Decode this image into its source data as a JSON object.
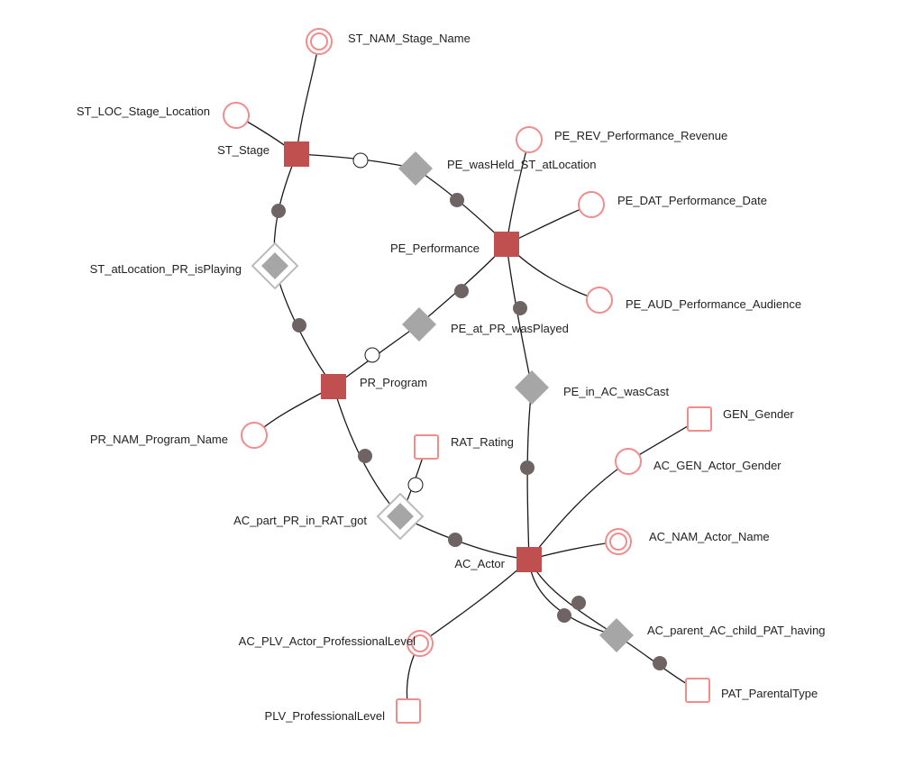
{
  "colors": {
    "entity": "#c05050",
    "attribute_stroke": "#f08c8c",
    "knot_stroke": "#f08c8c",
    "tie": "#a6a6a6",
    "historized_tie_border": "#bbbbbb",
    "role_dot": "#6e6464",
    "open_dot_fill": "#ffffff",
    "edge": "#1a1a1a"
  },
  "entities": {
    "st_stage": {
      "label": "ST_Stage"
    },
    "pe_performance": {
      "label": "PE_Performance"
    },
    "pr_program": {
      "label": "PR_Program"
    },
    "ac_actor": {
      "label": "AC_Actor"
    }
  },
  "attributes": {
    "st_nam": {
      "label": "ST_NAM_Stage_Name",
      "historized": true
    },
    "st_loc": {
      "label": "ST_LOC_Stage_Location",
      "historized": false
    },
    "pe_rev": {
      "label": "PE_REV_Performance_Revenue",
      "historized": false
    },
    "pe_dat": {
      "label": "PE_DAT_Performance_Date",
      "historized": false
    },
    "pe_aud": {
      "label": "PE_AUD_Performance_Audience",
      "historized": false
    },
    "pr_nam": {
      "label": "PR_NAM_Program_Name",
      "historized": false
    },
    "ac_gen": {
      "label": "AC_GEN_Actor_Gender",
      "historized": false
    },
    "ac_nam": {
      "label": "AC_NAM_Actor_Name",
      "historized": true
    },
    "ac_plv": {
      "label": "AC_PLV_Actor_ProfessionalLevel",
      "historized": true
    }
  },
  "knots": {
    "rat": {
      "label": "RAT_Rating"
    },
    "gen": {
      "label": "GEN_Gender"
    },
    "pat": {
      "label": "PAT_ParentalType"
    },
    "plv": {
      "label": "PLV_ProfessionalLevel"
    }
  },
  "ties": {
    "pe_washeld_st_atlocation": {
      "label": "PE_wasHeld_ST_atLocation",
      "historized": false
    },
    "st_atlocation_pr_isplaying": {
      "label": "ST_atLocation_PR_isPlaying",
      "historized": true
    },
    "pe_at_pr_wasplayed": {
      "label": "PE_at_PR_wasPlayed",
      "historized": false
    },
    "pe_in_ac_wascast": {
      "label": "PE_in_AC_wasCast",
      "historized": false
    },
    "ac_part_pr_in_rat_got": {
      "label": "AC_part_PR_in_RAT_got",
      "historized": true
    },
    "ac_parent_ac_child_pat_having": {
      "label": "AC_parent_AC_child_PAT_having",
      "historized": false
    }
  }
}
